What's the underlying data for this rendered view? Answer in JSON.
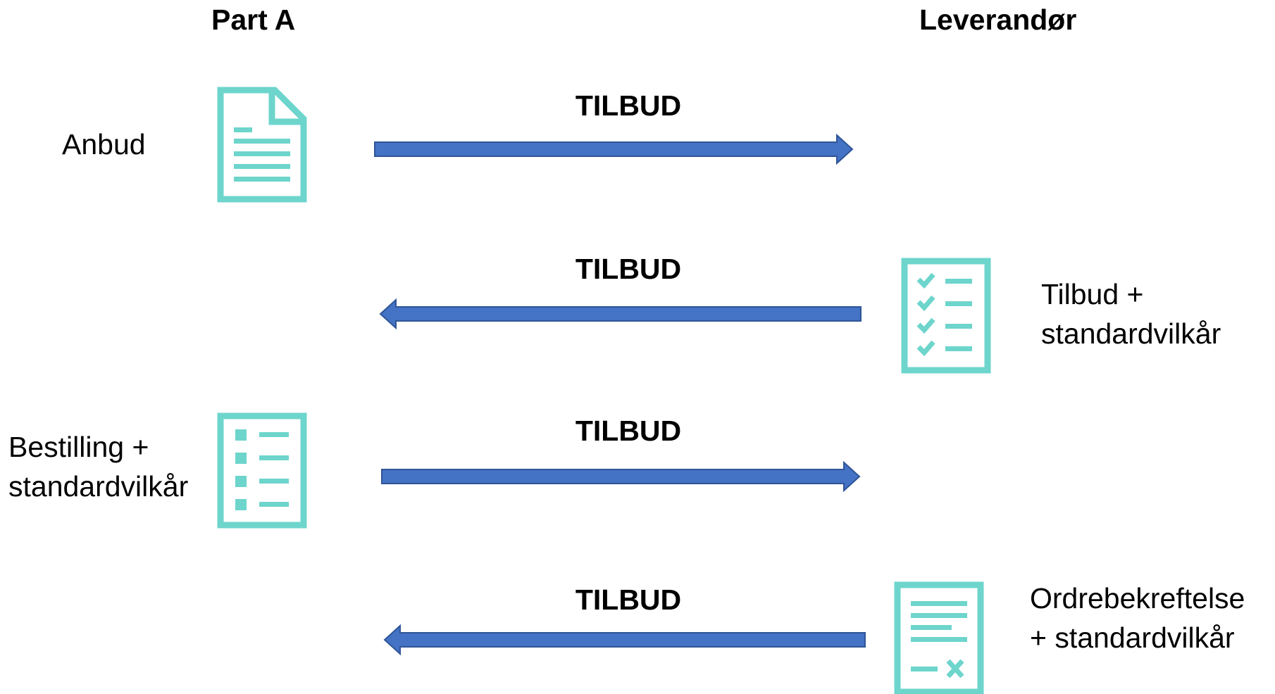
{
  "columns": {
    "left": "Part A",
    "right": "Leverandør"
  },
  "colors": {
    "arrow": "#4472C4",
    "arrow_stroke": "#2F5597",
    "icon": "#6DD5CC"
  },
  "steps": [
    {
      "direction": "right",
      "label": "TILBUD",
      "party": "left",
      "icon": "document-icon",
      "text_lines": [
        "Anbud"
      ]
    },
    {
      "direction": "left",
      "label": "TILBUD",
      "party": "right",
      "icon": "checklist-icon",
      "text_lines": [
        "Tilbud +",
        "standardvilkår"
      ]
    },
    {
      "direction": "right",
      "label": "TILBUD",
      "party": "left",
      "icon": "bulleted-list-icon",
      "text_lines": [
        "Bestilling +",
        "standardvilkår"
      ]
    },
    {
      "direction": "left",
      "label": "TILBUD",
      "party": "right",
      "icon": "signed-document-icon",
      "text_lines": [
        "Ordrebekreftelse",
        "+ standardvilkår"
      ]
    }
  ]
}
